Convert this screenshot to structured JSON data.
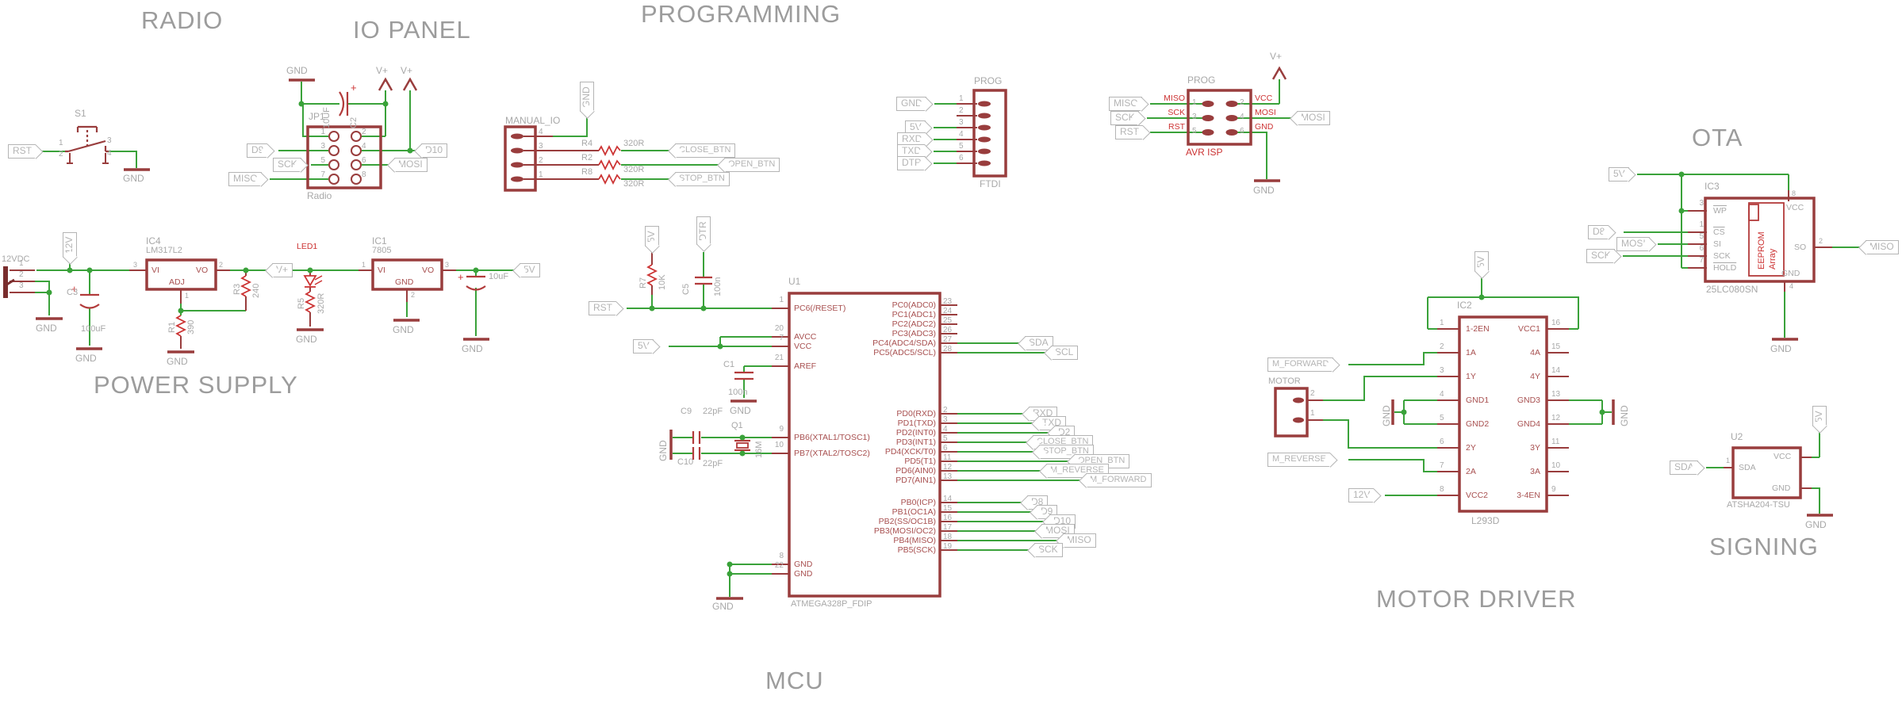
{
  "titles": {
    "radio": "RADIO",
    "io": "IO PANEL",
    "prog": "PROGRAMMING",
    "ota": "OTA",
    "power": "POWER SUPPLY",
    "mcu": "MCU",
    "motor": "MOTOR DRIVER",
    "signing": "SIGNING"
  },
  "colors": {
    "wire_green": "#3aa23a",
    "component_red": "#993d3d",
    "accent_red": "#cc3333",
    "label_gray": "#a8a8a8"
  },
  "reset_sw": {
    "ref": "S1",
    "p1": "1",
    "p2": "2",
    "p3": "3",
    "p4": "4",
    "rst": "RST",
    "gnd": "GND"
  },
  "radio": {
    "gnd": "GND",
    "vplus": "V+",
    "cap_ref": "C2",
    "cap_val": "10UF",
    "plus": "+",
    "jp_ref": "JP1",
    "jp_val": "Radio",
    "pins": [
      "1",
      "2",
      "3",
      "4",
      "5",
      "6",
      "7",
      "8"
    ],
    "d9": "D9",
    "sck": "SCK",
    "miso": "MISO",
    "mosi": "MOSI",
    "d10": "D10"
  },
  "io": {
    "conn": "MANUAL_IO",
    "gnd": "GND",
    "p4": "4",
    "p3": "3",
    "p2": "2",
    "p1": "1",
    "r4": "R4",
    "r2": "R2",
    "r8": "R8",
    "v320": "320R",
    "close": "CLOSE_BTN",
    "open": "OPEN_BTN",
    "stop": "STOP_BTN"
  },
  "ftdi": {
    "title": "PROG",
    "val": "FTDI",
    "pins": [
      "1",
      "2",
      "3",
      "4",
      "5",
      "6"
    ],
    "gnd": "GND",
    "v5": "5V",
    "rxd": "RXD",
    "txd": "TXD",
    "dtr": "DTR"
  },
  "isp": {
    "title": "PROG",
    "val": "AVR ISP",
    "vplus": "V+",
    "gnd": "GND",
    "rows": [
      {
        "n": "1",
        "name": "MISO"
      },
      {
        "n": "3",
        "name": "SCK"
      },
      {
        "n": "5",
        "name": "RST"
      }
    ],
    "rrows": [
      {
        "n": "2",
        "name": "VCC"
      },
      {
        "n": "4",
        "name": "MOSI"
      },
      {
        "n": "6",
        "name": "GND"
      }
    ],
    "miso": "MISO",
    "sck": "SCK",
    "rst": "RST",
    "mosi": "MOSI"
  },
  "ota": {
    "ref": "IC3",
    "val": "25LC080SN",
    "inner1": "EEPROM",
    "inner2": "Array",
    "v5": "5V",
    "d8": "D8",
    "mosi": "MOSI",
    "sck": "SCK",
    "miso": "MISO",
    "gnd": "GND",
    "lpins": [
      {
        "n": "3",
        "name": "WP"
      },
      {
        "n": "1",
        "name": "CS"
      },
      {
        "n": "5",
        "name": "SI"
      },
      {
        "n": "6",
        "name": "SCK"
      },
      {
        "n": "7",
        "name": "HOLD"
      }
    ],
    "vcc_n": "8",
    "vcc": "VCC",
    "so_n": "2",
    "so": "SO",
    "gnd_n": "4",
    "gnd_name": "GND"
  },
  "power": {
    "in": "12VDC",
    "p1": "1",
    "p2": "2",
    "p3": "3",
    "v12": "12V",
    "c3": "C3",
    "c3v": "100uF",
    "plus": "+",
    "gnd": "GND",
    "ic4": "IC4",
    "ic4v": "LM317L2",
    "vi": "VI",
    "vo": "VO",
    "adj": "ADJ",
    "n1": "1",
    "n2": "2",
    "n3": "3",
    "r3": "R3",
    "r3v": "240",
    "r1": "R1",
    "r1v": "390",
    "vplus": "V+",
    "led": "LED1",
    "r5": "R5",
    "r5v": "320R",
    "ic1": "IC1",
    "ic1v": "7805",
    "gnd_pin": "GND",
    "coutv": "10uF",
    "v5": "5V"
  },
  "mcu": {
    "ref": "U1",
    "val": "ATMEGA328P_FDIP",
    "rst": "RST",
    "v5": "5V",
    "v5b": "5V",
    "dtr": "DTR",
    "r7": "R7",
    "r7v": "10K",
    "c5": "C5",
    "c5v": "100n",
    "c1": "C1",
    "c1v": "100n",
    "c9": "C9",
    "c9v": "22pF",
    "c10": "C10",
    "c10v": "22pF",
    "q1": "Q1",
    "q1v": "16M",
    "gnd": "GND",
    "lpins": [
      {
        "n": "1",
        "name": "PC6(/RESET)"
      },
      {
        "n": "20",
        "name": "AVCC"
      },
      {
        "n": "7",
        "name": "VCC"
      },
      {
        "n": "21",
        "name": "AREF"
      },
      {
        "n": "9",
        "name": "PB6(XTAL1/TOSC1)"
      },
      {
        "n": "10",
        "name": "PB7(XTAL2/TOSC2)"
      },
      {
        "n": "8",
        "name": "GND"
      },
      {
        "n": "22",
        "name": "GND"
      }
    ],
    "pc": [
      {
        "n": "23",
        "name": "PC0(ADC0)"
      },
      {
        "n": "24",
        "name": "PC1(ADC1)"
      },
      {
        "n": "25",
        "name": "PC2(ADC2)"
      },
      {
        "n": "26",
        "name": "PC3(ADC3)"
      },
      {
        "n": "27",
        "name": "PC4(ADC4/SDA)",
        "flag": "SDA"
      },
      {
        "n": "28",
        "name": "PC5(ADC5/SCL)",
        "flag": "SCL"
      }
    ],
    "pd": [
      {
        "n": "2",
        "name": "PD0(RXD)",
        "flag": "RXD"
      },
      {
        "n": "3",
        "name": "PD1(TXD)",
        "flag": "TXD"
      },
      {
        "n": "4",
        "name": "PD2(INT0)",
        "flag": "D2"
      },
      {
        "n": "5",
        "name": "PD3(INT1)",
        "flag": "CLOSE_BTN"
      },
      {
        "n": "6",
        "name": "PD4(XCK/T0)",
        "flag": "STOP_BTN"
      },
      {
        "n": "11",
        "name": "PD5(T1)",
        "flag": "OPEN_BTN"
      },
      {
        "n": "12",
        "name": "PD6(AIN0)",
        "flag": "M_REVERSE"
      },
      {
        "n": "13",
        "name": "PD7(AIN1)",
        "flag": "M_FORWARD"
      }
    ],
    "pb": [
      {
        "n": "14",
        "name": "PB0(ICP)",
        "flag": "D8"
      },
      {
        "n": "15",
        "name": "PB1(OC1A)",
        "flag": "D9"
      },
      {
        "n": "16",
        "name": "PB2(SS/OC1B)",
        "flag": "D10"
      },
      {
        "n": "17",
        "name": "PB3(MOSI/OC2)",
        "flag": "MOSI"
      },
      {
        "n": "18",
        "name": "PB4(MISO)",
        "flag": "MISO"
      },
      {
        "n": "19",
        "name": "PB5(SCK)",
        "flag": "SCK"
      }
    ]
  },
  "motor": {
    "ref": "IC2",
    "val": "L293D",
    "v5": "5V",
    "v12": "12V",
    "mf": "M_FORWARD",
    "mr": "M_REVERSE",
    "gnd": "GND",
    "conn": "MOTOR",
    "cp2": "2",
    "cp1": "1",
    "lpins": [
      {
        "n": "1",
        "name": "1-2EN"
      },
      {
        "n": "2",
        "name": "1A"
      },
      {
        "n": "3",
        "name": "1Y"
      },
      {
        "n": "4",
        "name": "GND1"
      },
      {
        "n": "5",
        "name": "GND2"
      },
      {
        "n": "6",
        "name": "2Y"
      },
      {
        "n": "7",
        "name": "2A"
      },
      {
        "n": "8",
        "name": "VCC2"
      }
    ],
    "rpins": [
      {
        "n": "16",
        "name": "VCC1"
      },
      {
        "n": "15",
        "name": "4A"
      },
      {
        "n": "14",
        "name": "4Y"
      },
      {
        "n": "13",
        "name": "GND3"
      },
      {
        "n": "12",
        "name": "GND4"
      },
      {
        "n": "11",
        "name": "3Y"
      },
      {
        "n": "10",
        "name": "3A"
      },
      {
        "n": "9",
        "name": "3-4EN"
      }
    ]
  },
  "signing": {
    "ref": "U2",
    "val": "ATSHA204-TSU",
    "n1": "1",
    "sda_flag": "SDA",
    "sda": "SDA",
    "vcc": "VCC",
    "gnd_name": "GND",
    "v5": "5V",
    "gnd": "GND"
  }
}
